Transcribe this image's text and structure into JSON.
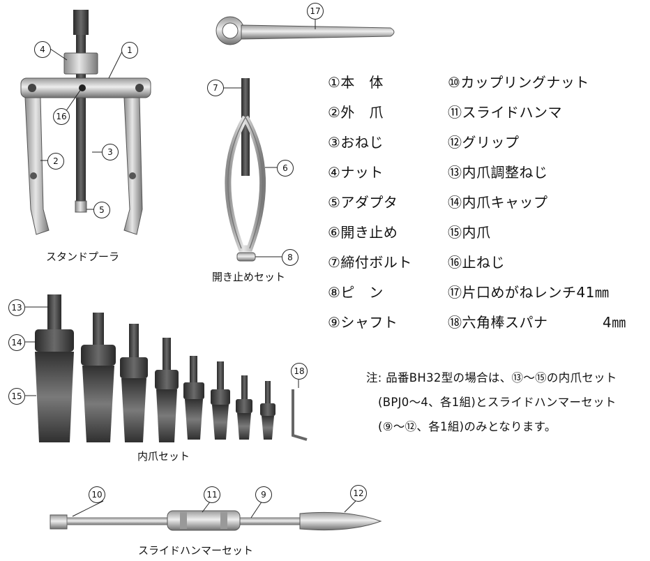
{
  "parts_left": [
    "①本　体",
    "②外　爪",
    "③おねじ",
    "④ナット",
    "⑤アダプタ",
    "⑥開き止め",
    "⑦締付ボルト",
    "⑧ピ　ン",
    "⑨シャフト"
  ],
  "parts_right": [
    "⑩カップリングナット",
    "⑪スライドハンマ",
    "⑫グリップ",
    "⑬内爪調整ねじ",
    "⑭内爪キャップ",
    "⑮内爪",
    "⑯止ねじ",
    "⑰片口めがねレンチ41㎜",
    "⑱六角棒スパナ"
  ],
  "part18_size": "4㎜",
  "note": {
    "line1": "注: 品番BH32型の場合は、⑬～⑮の内爪セット",
    "line2": "(BPJ0～4、各1組)とスライドハンマーセット",
    "line3": "(⑨～⑫、各1組)のみとなります。"
  },
  "captions": {
    "stand_puller": "スタンドプーラ",
    "spreader_set": "開き止めセット",
    "inner_jaw_set": "内爪セット",
    "slide_hammer_set": "スライドハンマーセット"
  },
  "callouts": {
    "c1": "1",
    "c2": "2",
    "c3": "3",
    "c4": "4",
    "c5": "5",
    "c6": "6",
    "c7": "7",
    "c8": "8",
    "c9": "9",
    "c10": "10",
    "c11": "11",
    "c12": "12",
    "c13": "13",
    "c14": "14",
    "c15": "15",
    "c16": "16",
    "c17": "17",
    "c18": "18"
  },
  "colors": {
    "metal_dark": "#4a4a4a",
    "metal_light": "#c8c8c8",
    "metal_mid": "#8a8a8a"
  }
}
